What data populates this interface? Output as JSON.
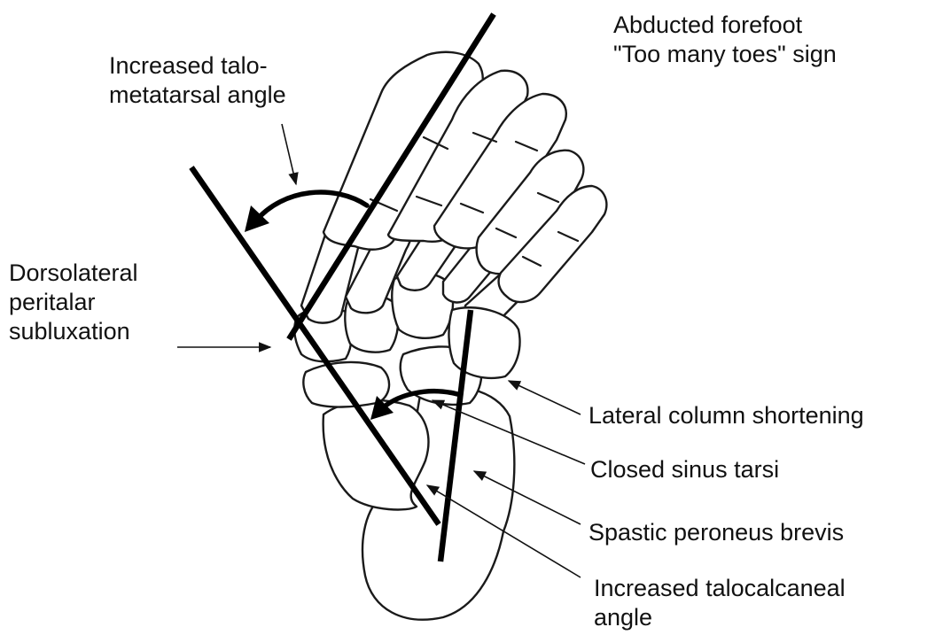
{
  "labels": {
    "top_right_line1": "Abducted forefoot",
    "top_right_line2": "\"Too many toes\" sign",
    "talo_meta_line1": "Increased talo-",
    "talo_meta_line2": "metatarsal angle",
    "dorso_line1": "Dorsolateral",
    "dorso_line2": "peritalar",
    "dorso_line3": "subluxation",
    "lateral_column": "Lateral column shortening",
    "sinus_tarsi": "Closed sinus tarsi",
    "peroneus": "Spastic peroneus brevis",
    "talocalc_line1": "Increased talocalcaneal",
    "talocalc_line2": "angle"
  },
  "colors": {
    "ink": "#000000",
    "background": "#ffffff"
  }
}
